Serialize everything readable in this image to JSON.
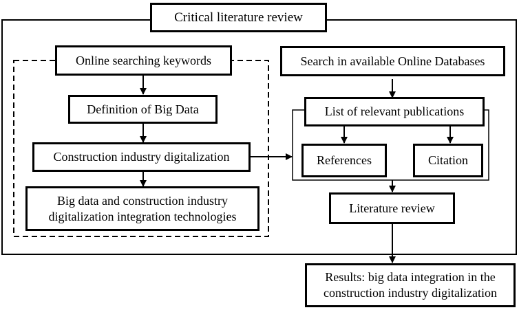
{
  "title": "Critical literature review",
  "left_column": {
    "keywords": "Online searching keywords",
    "definition": "Definition of Big Data",
    "digitalization": "Construction industry digitalization",
    "integration": [
      "Big data and construction industry",
      "digitalization integration technologies"
    ]
  },
  "right_column": {
    "search": "Search in available Online Databases",
    "publications": "List of relevant publications",
    "references": "References",
    "citation": "Citation",
    "review": "Literature review"
  },
  "results": [
    "Results: big data integration in the",
    "construction industry digitalization"
  ],
  "connectors": [
    {
      "from": "keywords",
      "to": "definition"
    },
    {
      "from": "definition",
      "to": "digitalization"
    },
    {
      "from": "digitalization",
      "to": "integration"
    },
    {
      "from": "digitalization",
      "to": "publications group"
    },
    {
      "from": "search",
      "to": "publications"
    },
    {
      "from": "publications",
      "to": "references"
    },
    {
      "from": "publications",
      "to": "citation"
    },
    {
      "from": "publications group",
      "to": "review"
    },
    {
      "from": "review",
      "to": "results"
    }
  ]
}
